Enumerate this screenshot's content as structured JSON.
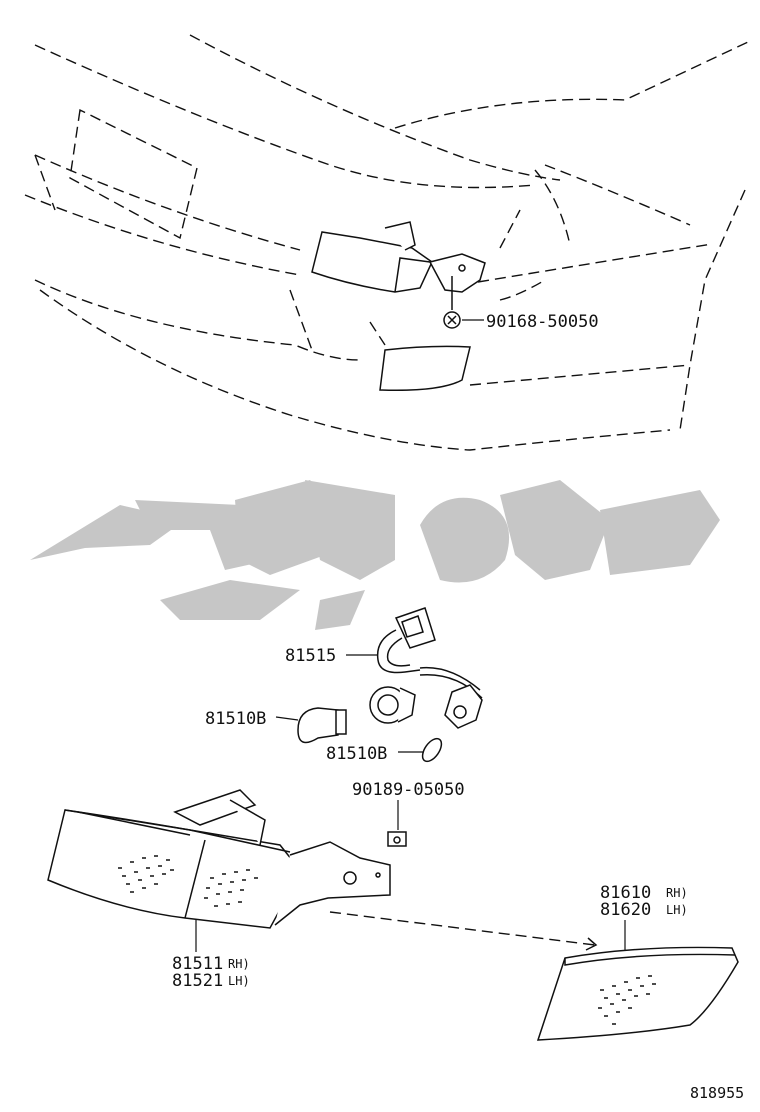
{
  "diagram_id": "818955",
  "parts": {
    "screw_top": "90168-50050",
    "socket_wire": "81515",
    "bulb_large": "81510B",
    "bulb_small": "81510B",
    "clip": "90189-05050",
    "lamp_assy": {
      "code_a": "81511",
      "side_a": "RH)",
      "code_b": "81521",
      "side_b": "LH)"
    },
    "side_lens": {
      "code_a": "81610",
      "side_a": "RH)",
      "code_b": "81620",
      "side_b": "LH)"
    }
  }
}
